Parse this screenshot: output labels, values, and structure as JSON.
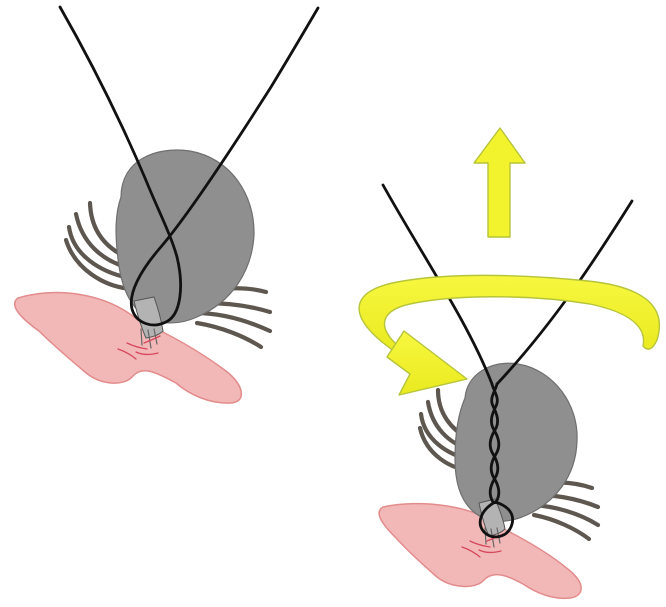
{
  "figure": {
    "panels": [
      {
        "name": "loop-placed",
        "elements": [
          "skin",
          "tick-body",
          "tick-legs",
          "thread-loop"
        ]
      },
      {
        "name": "loop-twisted-and-pulled",
        "elements": [
          "skin",
          "tick-body",
          "tick-legs",
          "twisted-thread",
          "rotate-arrow",
          "up-arrow"
        ]
      }
    ],
    "colors": {
      "skin_fill": "#f2b8b8",
      "skin_stroke": "#e38c8c",
      "tick_body": "#8f8f8f",
      "tick_body_stroke": "#6f6f6f",
      "tick_legs": "#5e5750",
      "thread": "#111111",
      "arrow_fill": "#f2f22d",
      "arrow_stroke": "#b6c43a",
      "bite_marks": "#d6485b"
    },
    "icons": [
      "up-arrow-icon",
      "rotate-arrow-icon"
    ]
  }
}
